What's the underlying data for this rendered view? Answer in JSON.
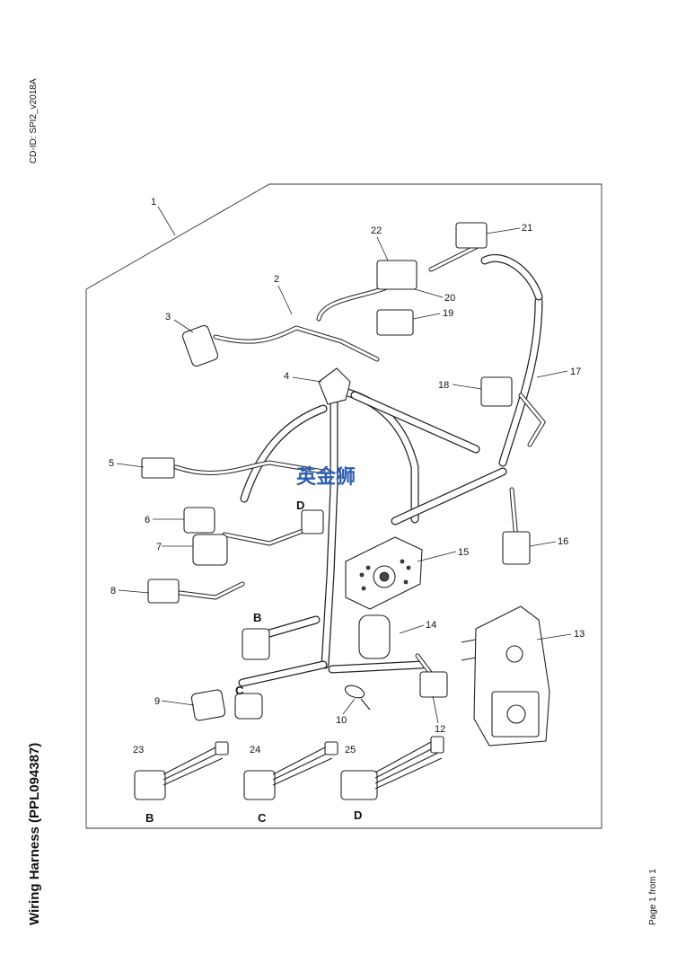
{
  "cd_id": "CD-ID: SPI2_v2018A",
  "title": "Wiring Harness (PPL094387)",
  "page": "Page 1 from 1",
  "watermark": "英金狮",
  "callouts": [
    "1",
    "2",
    "3",
    "4",
    "5",
    "6",
    "7",
    "8",
    "9",
    "10",
    "12",
    "13",
    "14",
    "15",
    "16",
    "17",
    "18",
    "19",
    "20",
    "21",
    "22",
    "23",
    "24",
    "25"
  ],
  "letters": [
    "D",
    "B",
    "C",
    "B",
    "C",
    "D"
  ]
}
